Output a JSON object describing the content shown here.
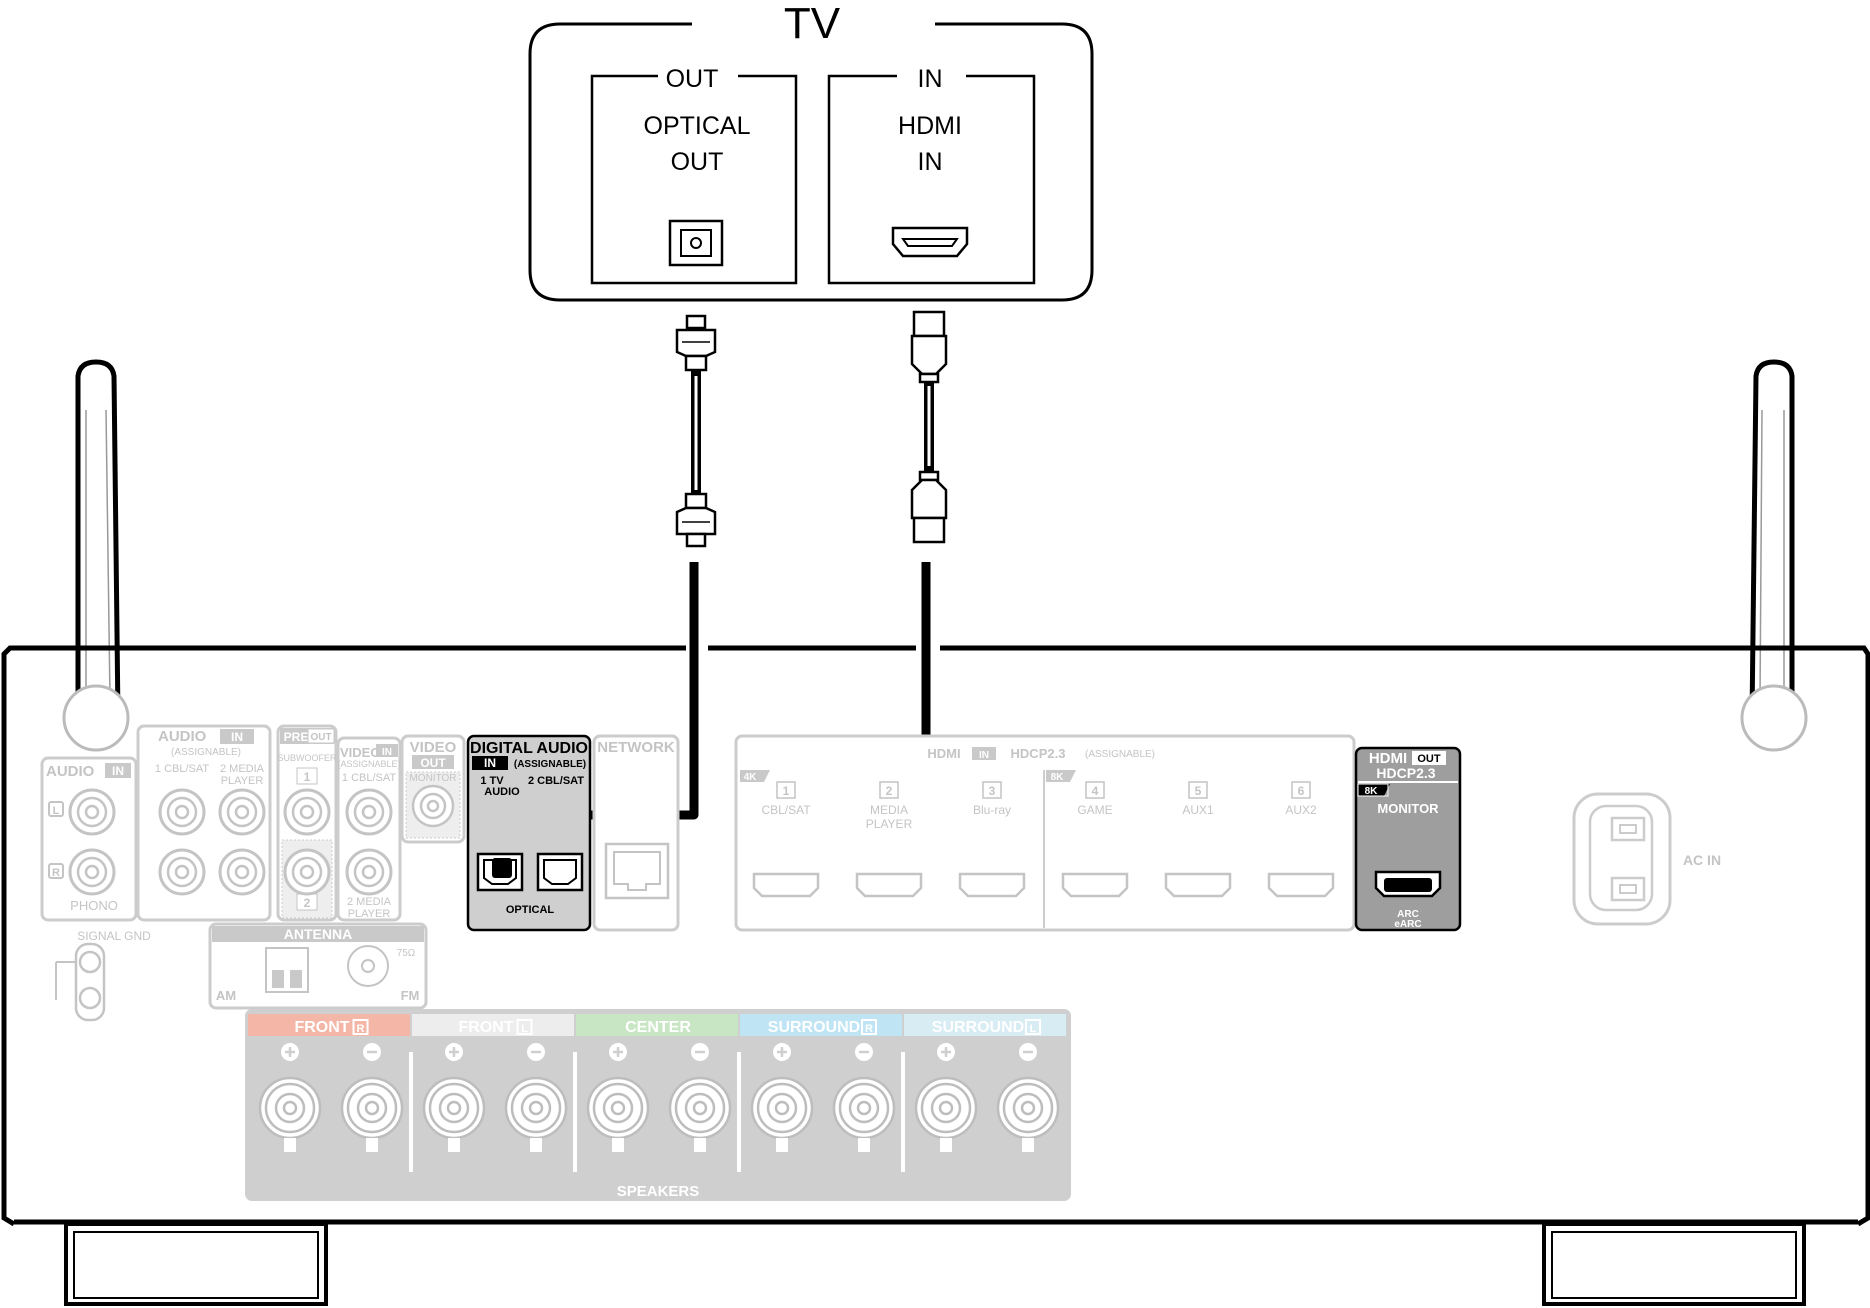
{
  "tv": {
    "title": "TV",
    "out_label": "OUT",
    "out_port_line1": "OPTICAL",
    "out_port_line2": "OUT",
    "in_label": "IN",
    "in_port_line1": "HDMI",
    "in_port_line2": "IN"
  },
  "receiver": {
    "audio_in_left": {
      "title": "AUDIO",
      "badge": "IN",
      "l": "L",
      "r": "R",
      "phono": "PHONO"
    },
    "audio_in": {
      "title": "AUDIO",
      "badge": "IN",
      "assignable": "(ASSIGNABLE)",
      "c1": "1 CBL/SAT",
      "c2a": "2 MEDIA",
      "c2b": "PLAYER"
    },
    "pre_out": {
      "title": "PRE",
      "badge": "OUT",
      "sub": "SUBWOOFER",
      "n1": "1",
      "n2": "2"
    },
    "video_in": {
      "title": "VIDEO",
      "badge": "IN",
      "assignable": "(ASSIGNABLE)",
      "c1": "1 CBL/SAT",
      "c2a": "2 MEDIA",
      "c2b": "PLAYER"
    },
    "video_out": {
      "title": "VIDEO",
      "badge": "OUT",
      "monitor": "MONITOR"
    },
    "signal_gnd": "SIGNAL GND",
    "antenna": {
      "title": "ANTENNA",
      "am": "AM",
      "fm": "FM",
      "ohm": "75Ω"
    },
    "digital_audio": {
      "title": "DIGITAL AUDIO",
      "badge": "IN",
      "assignable": "(ASSIGNABLE)",
      "c1a": "1   TV",
      "c1b": "AUDIO",
      "c2": "2 CBL/SAT",
      "optical": "OPTICAL"
    },
    "network": "NETWORK",
    "hdmi_in": {
      "title": "HDMI",
      "badge": "IN",
      "hdcp": "HDCP2.3",
      "assignable": "(ASSIGNABLE)",
      "tag4k": "4K",
      "tag8k": "8K",
      "ports": [
        {
          "n": "1",
          "l1": "CBL/SAT",
          "l2": ""
        },
        {
          "n": "2",
          "l1": "MEDIA",
          "l2": "PLAYER"
        },
        {
          "n": "3",
          "l1": "Blu-ray",
          "l2": ""
        },
        {
          "n": "4",
          "l1": "GAME",
          "l2": ""
        },
        {
          "n": "5",
          "l1": "AUX1",
          "l2": ""
        },
        {
          "n": "6",
          "l1": "AUX2",
          "l2": ""
        }
      ]
    },
    "hdmi_out": {
      "title": "HDMI",
      "badge": "OUT",
      "hdcp": "HDCP2.3",
      "tag": "8K",
      "monitor": "MONITOR",
      "arc": "ARC",
      "earc": "eARC"
    },
    "ac_in": "AC IN",
    "speakers": {
      "title": "SPEAKERS",
      "channels": [
        {
          "name": "FRONT",
          "side": "R",
          "color": "#f4b6a6"
        },
        {
          "name": "FRONT",
          "side": "L",
          "color": "#ededed"
        },
        {
          "name": "CENTER",
          "side": "",
          "color": "#c9e6c4"
        },
        {
          "name": "SURROUND",
          "side": "R",
          "color": "#bfe4f4"
        },
        {
          "name": "SURROUND",
          "side": "L",
          "color": "#d8ecf4"
        }
      ]
    }
  }
}
